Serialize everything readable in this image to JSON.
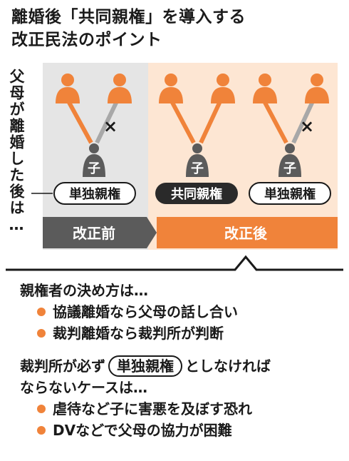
{
  "title": {
    "line1": "離婚後「共同親権」を導入する",
    "line2": "改正民法のポイント"
  },
  "side_label": "父母が離婚した後は…",
  "before": {
    "label": "改正前",
    "child": "子",
    "custody_badge": "単独親権"
  },
  "after": {
    "label": "改正後",
    "joint": {
      "child": "子",
      "custody_badge": "共同親権"
    },
    "sole": {
      "child": "子",
      "custody_badge": "単独親権"
    }
  },
  "cut_mark": "×",
  "how_decided": {
    "question": "親権者の決め方は…",
    "items": [
      "協議離婚なら父母の話し合い",
      "裁判離婚なら裁判所が判断"
    ]
  },
  "court_must": {
    "prefix": "裁判所が必ず",
    "badge": "単独親権",
    "suffix": "としなければ",
    "line2": "ならないケースは…",
    "items": [
      "虐待など子に害悪を及ぼす恐れ",
      "DVなどで父母の協力が困難"
    ]
  },
  "colors": {
    "accent": "#f0833a",
    "light_orange_bg": "#fde6d3",
    "gray_bg": "#e5e5e5",
    "dark_gray": "#5b5b5b",
    "line_gray": "#a8a8a8",
    "joint_badge": "#2a2a2a"
  }
}
